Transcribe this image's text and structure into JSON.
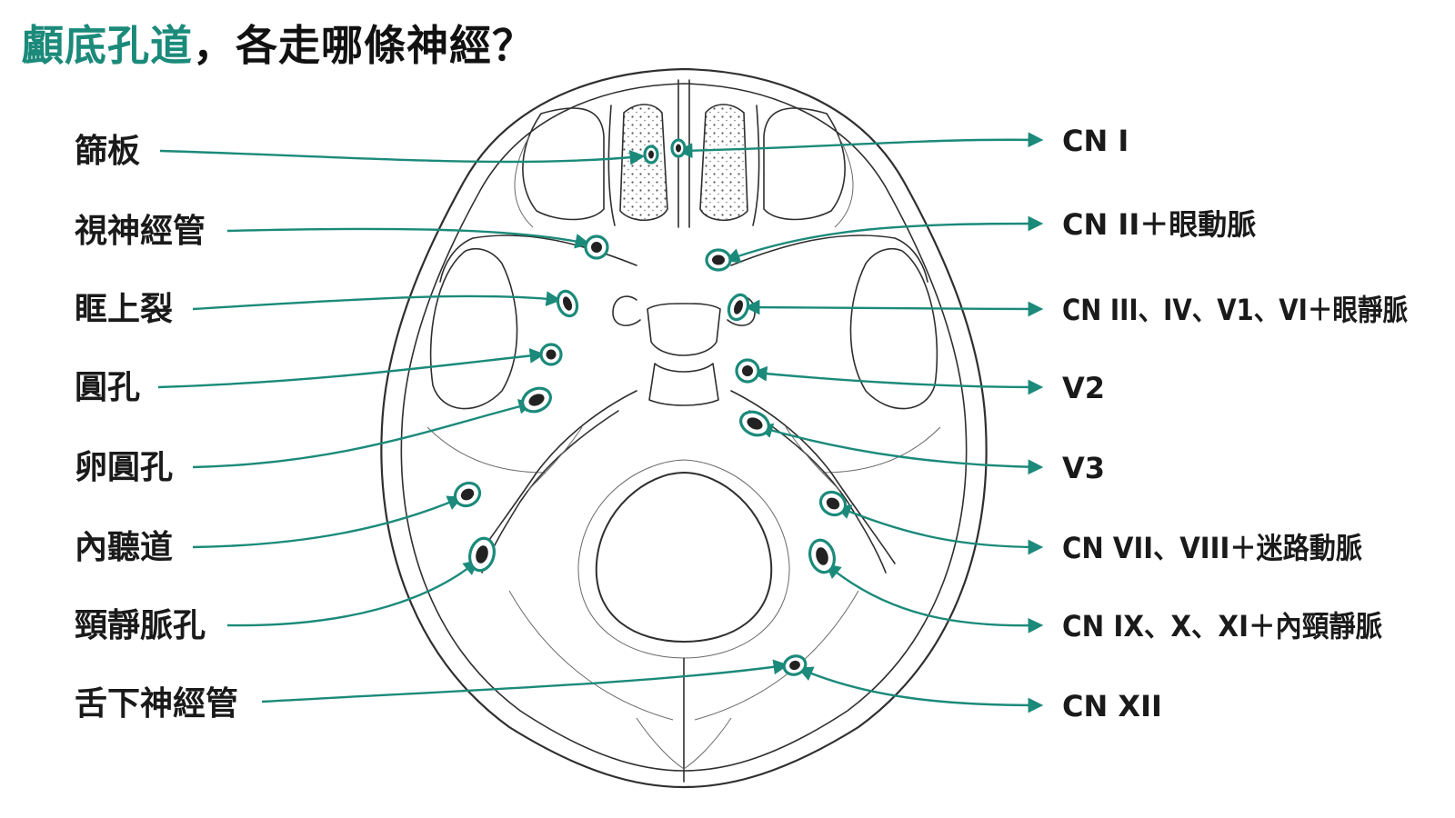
{
  "title": {
    "highlight": "顱底孔道",
    "rest": "，各走哪條神經？"
  },
  "colors": {
    "accent": "#1b8a7a",
    "bone_line": "#2f2f2f",
    "text": "#1a1a1a"
  },
  "structures": [
    {
      "id": "cribriform",
      "name": "篩板",
      "contents": "CN I"
    },
    {
      "id": "optic",
      "name": "視神經管",
      "contents": "CN II＋眼動脈"
    },
    {
      "id": "sof",
      "name": "眶上裂",
      "contents": "CN III、IV、V1、VI＋眼靜脈"
    },
    {
      "id": "rotundum",
      "name": "圓孔",
      "contents": "V2"
    },
    {
      "id": "ovale",
      "name": "卵圓孔",
      "contents": "V3"
    },
    {
      "id": "iam",
      "name": "內聽道",
      "contents": "CN VII、VIII＋迷路動脈"
    },
    {
      "id": "jugular",
      "name": "頸靜脈孔",
      "contents": "CN IX、X、XI＋內頸靜脈"
    },
    {
      "id": "hypoglossal",
      "name": "舌下神經管",
      "contents": "CN XII"
    }
  ]
}
